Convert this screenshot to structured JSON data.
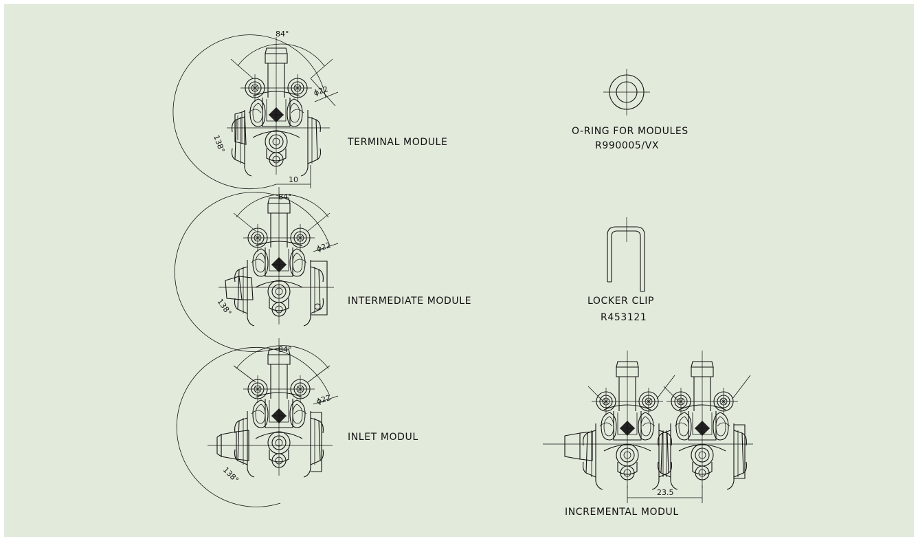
{
  "sheet": {
    "background": "#e2eadb"
  },
  "labels": {
    "terminal": "TERMINAL MODULE",
    "intermediate": "INTERMEDIATE MODULE",
    "inlet": "INLET MODUL",
    "incremental": "INCREMENTAL MODUL",
    "oring_title": "O-RING FOR MODULES",
    "oring_code": "R990005/VX",
    "clip_title": "LOCKER CLIP",
    "clip_code": "R453121"
  },
  "dimensions": {
    "angle_top": "84°",
    "angle_side": "138°",
    "diameter": "ϕ22",
    "offset": "10",
    "pitch": "23.5"
  }
}
